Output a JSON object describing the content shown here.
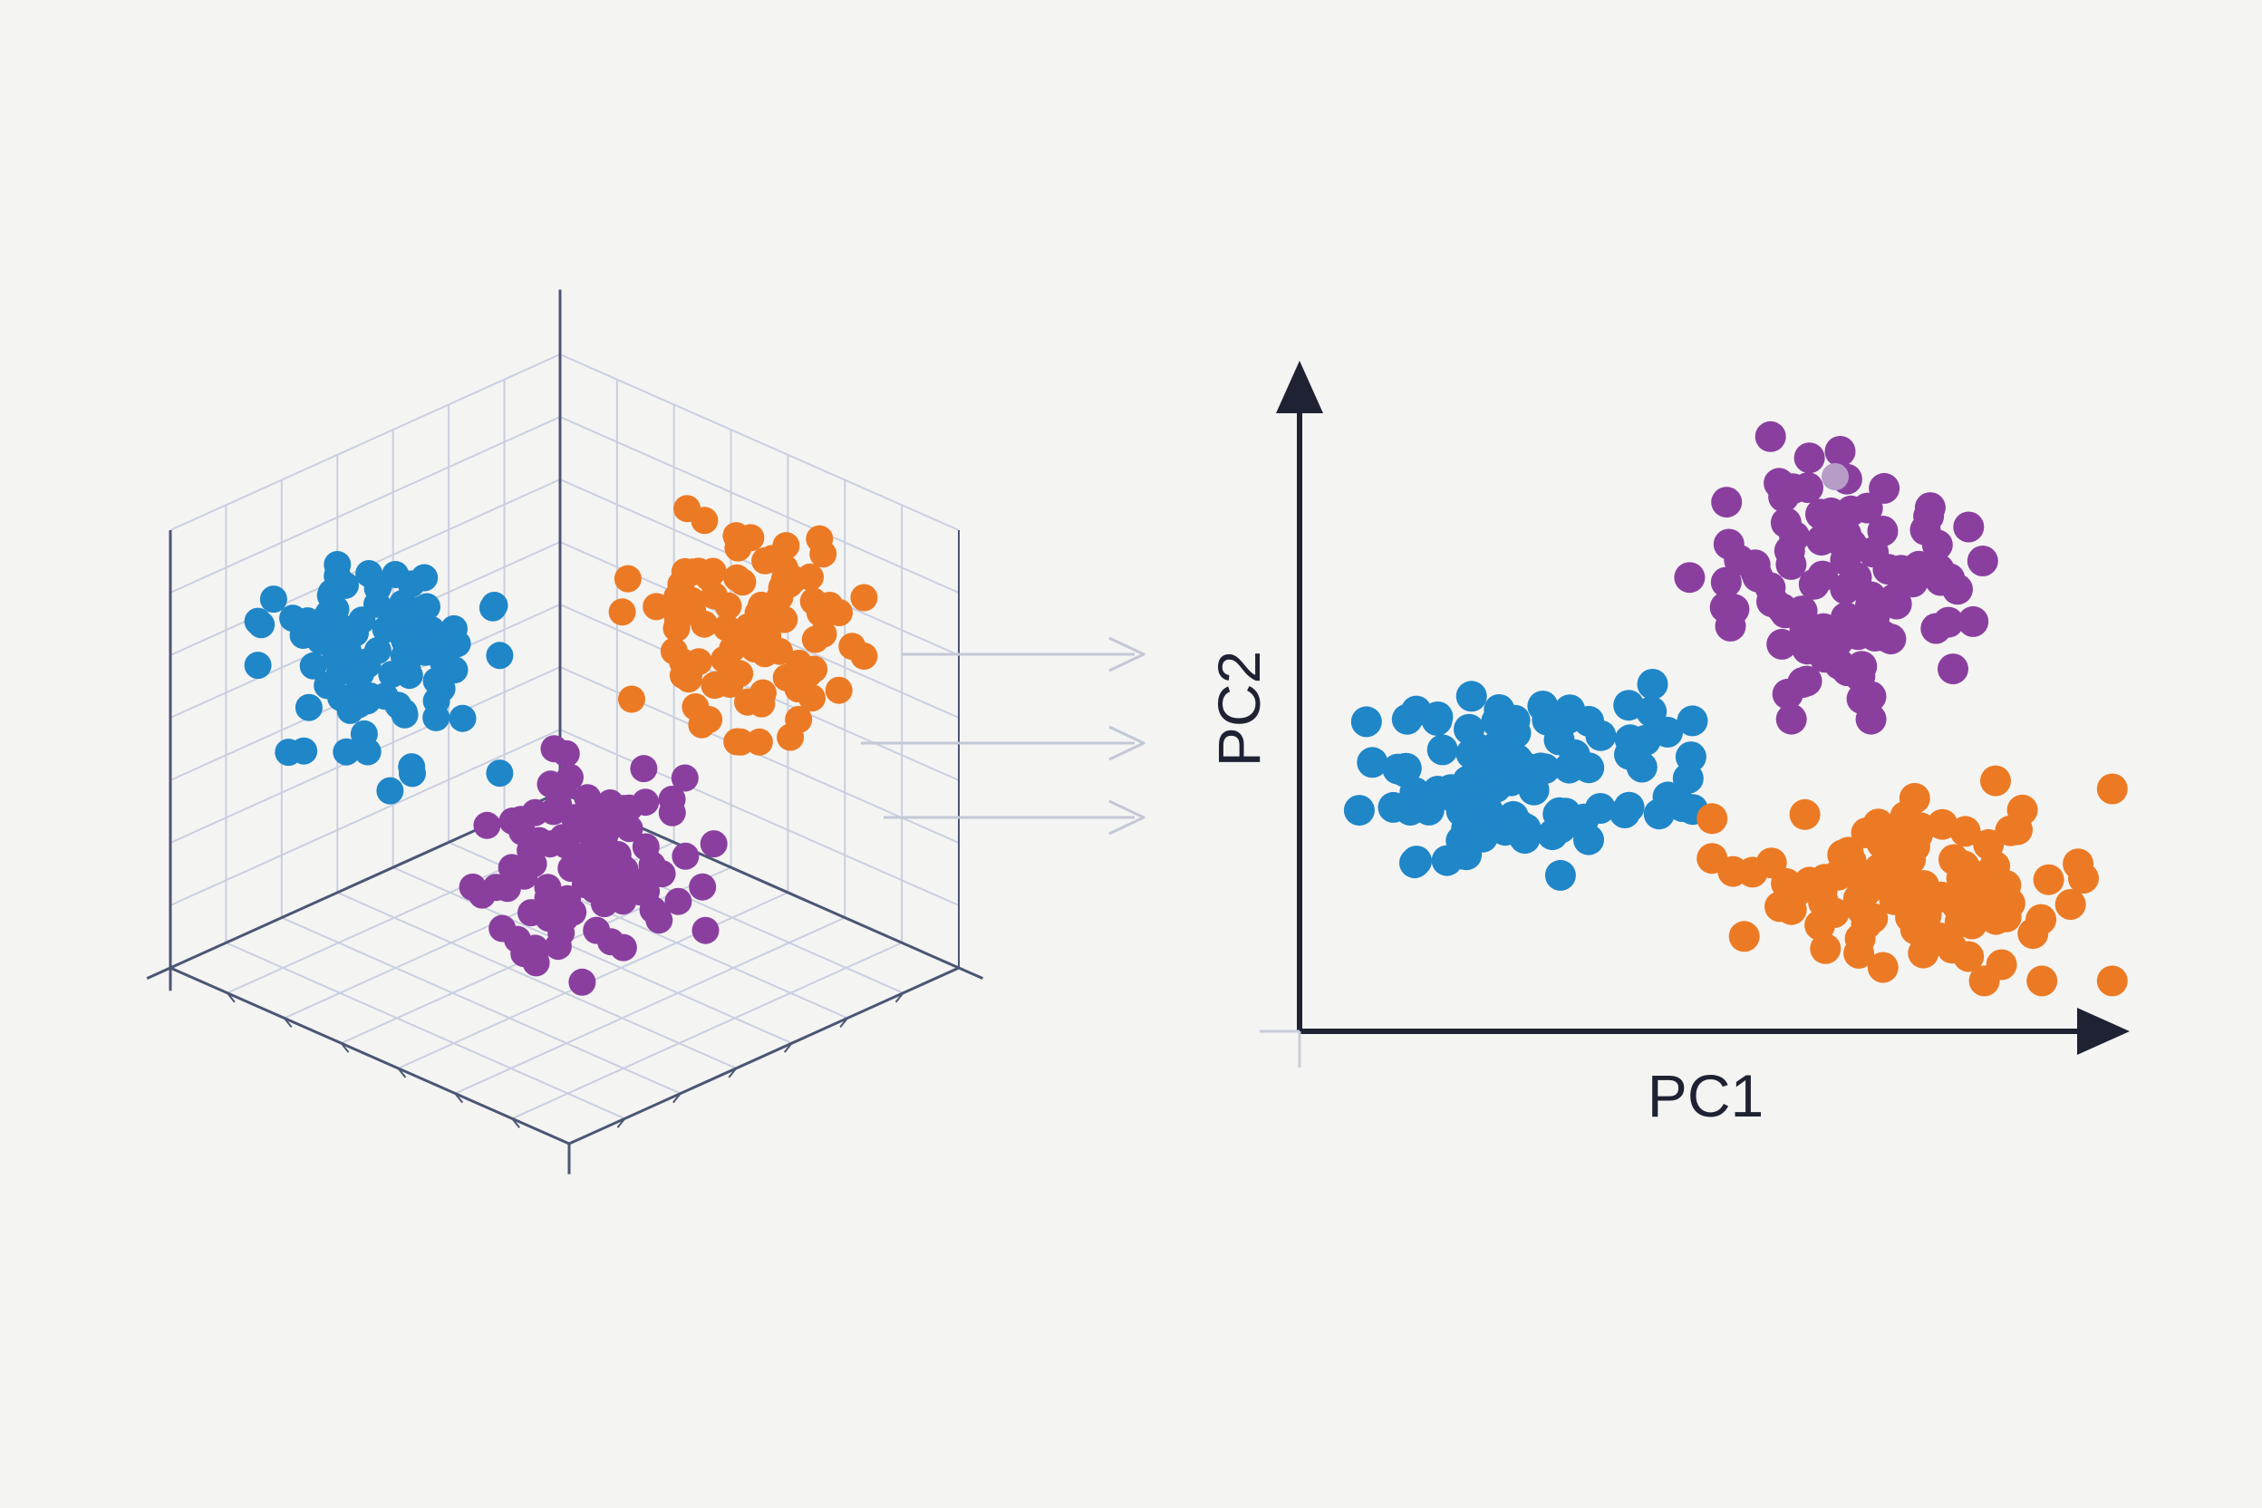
{
  "colors": {
    "background": "#f4f4f2",
    "blue_cluster": "#1f86c8",
    "orange_cluster": "#ec7a24",
    "purple_cluster": "#8a3f9f",
    "grid": "#c9cfe0",
    "cube_edge": "#4b5675",
    "projection_arrow": "#c3c8d6",
    "pca_axis": "#1e2233"
  },
  "cube_3d": {
    "clusters": [
      {
        "color_key": "blue_cluster",
        "face": "left-wall"
      },
      {
        "color_key": "orange_cluster",
        "face": "back-wall"
      },
      {
        "color_key": "purple_cluster",
        "face": "floor"
      }
    ]
  },
  "projection_arrows": {
    "count": 3,
    "direction": "right"
  },
  "pca_plot": {
    "x_axis_label": "PC1",
    "y_axis_label": "PC2",
    "clusters": [
      {
        "color_key": "blue_cluster",
        "position": "left-center",
        "shape": "horizontally elongated"
      },
      {
        "color_key": "purple_cluster",
        "position": "upper-right"
      },
      {
        "color_key": "orange_cluster",
        "position": "lower-right",
        "shape": "horizontally elongated"
      }
    ]
  }
}
